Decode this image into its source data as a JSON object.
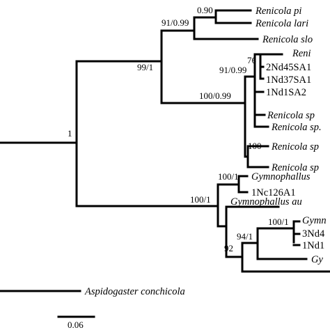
{
  "tree": {
    "support_values": {
      "root": "1",
      "renicola_clade": "99/1",
      "renicola_upper": "91/0.99",
      "renicola_pair": "0.90",
      "renicola_lower": "100/0.99",
      "renicola_nd_clade": "91/0.99",
      "renicola_nd_inner": "76",
      "renicola_bottom_pair": "100",
      "gymnophallus_clade": "100/1",
      "gymnophallus_upper": "100/1",
      "gymnophallus_lower": "92",
      "gymnophallus_inner": "94/1",
      "gymnophallus_innermost": "100/1"
    },
    "taxa": [
      {
        "label": "Renicola pi",
        "italic": true
      },
      {
        "label": "Renicola lari",
        "italic": true
      },
      {
        "label": "Renicola slo",
        "italic": true
      },
      {
        "label": "Reni",
        "italic": true
      },
      {
        "label": "2Nd45SA1",
        "italic": false
      },
      {
        "label": "1Nd37SA1",
        "italic": false
      },
      {
        "label": "1Nd1SA2",
        "italic": false
      },
      {
        "label": "Renicola sp",
        "italic": true
      },
      {
        "label": "Renicola sp.",
        "italic": true
      },
      {
        "label": "Renicola sp",
        "italic": true
      },
      {
        "label": "Renicola sp",
        "italic": true
      },
      {
        "label": "Gymnophallus",
        "italic": true
      },
      {
        "label": "1Nc126A1",
        "italic": false
      },
      {
        "label": "Gymnophallus au",
        "italic": true
      },
      {
        "label": "Gymn",
        "italic": true
      },
      {
        "label": "3Nd4",
        "italic": false
      },
      {
        "label": "1Nd1",
        "italic": false
      },
      {
        "label": "Gy",
        "italic": true
      },
      {
        "label": "Aspidogaster conchicola",
        "italic": true
      }
    ],
    "scale_bar": {
      "label": "0.06"
    }
  }
}
